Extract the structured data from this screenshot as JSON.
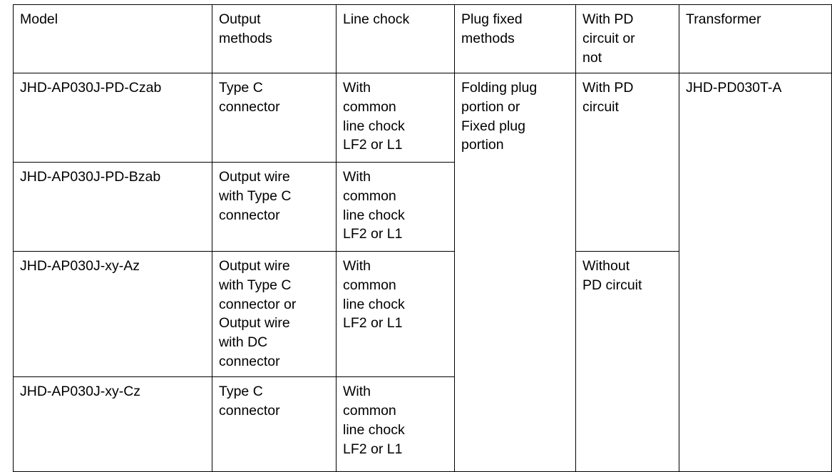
{
  "table": {
    "columns": [
      {
        "key": "model",
        "header": "Model"
      },
      {
        "key": "output",
        "header": "Output\nmethods"
      },
      {
        "key": "chock",
        "header": "Line chock"
      },
      {
        "key": "plug",
        "header": "Plug fixed\nmethods"
      },
      {
        "key": "pd",
        "header": "With PD\ncircuit or\nnot"
      },
      {
        "key": "trans",
        "header": "Transformer"
      }
    ],
    "rows": [
      {
        "model": "JHD-AP030J-PD-Czab",
        "output": "Type C\nconnector",
        "chock": "With\ncommon\nline chock\nLF2 or L1",
        "plug": "Folding plug\nportion or\nFixed plug\nportion",
        "pd": "With PD\ncircuit",
        "trans": "JHD-PD030T-A"
      },
      {
        "model": "JHD-AP030J-PD-Bzab",
        "output": "Output wire\nwith Type C\nconnector",
        "chock": "With\ncommon\nline chock\nLF2 or L1",
        "plug": "",
        "pd": "",
        "trans": ""
      },
      {
        "model": "JHD-AP030J-xy-Az",
        "output": "Output wire\nwith Type C\nconnector or\nOutput wire\nwith DC\nconnector",
        "chock": "With\ncommon\nline chock\nLF2 or L1",
        "plug": "",
        "pd": "Without\nPD circuit",
        "trans": ""
      },
      {
        "model": "JHD-AP030J-xy-Cz",
        "output": "Type C\nconnector",
        "chock": "With\ncommon\nline chock\nLF2 or L1",
        "plug": "",
        "pd": "",
        "trans": ""
      }
    ]
  },
  "colors": {
    "border": "#000000",
    "text": "#000000",
    "background": "#ffffff"
  }
}
